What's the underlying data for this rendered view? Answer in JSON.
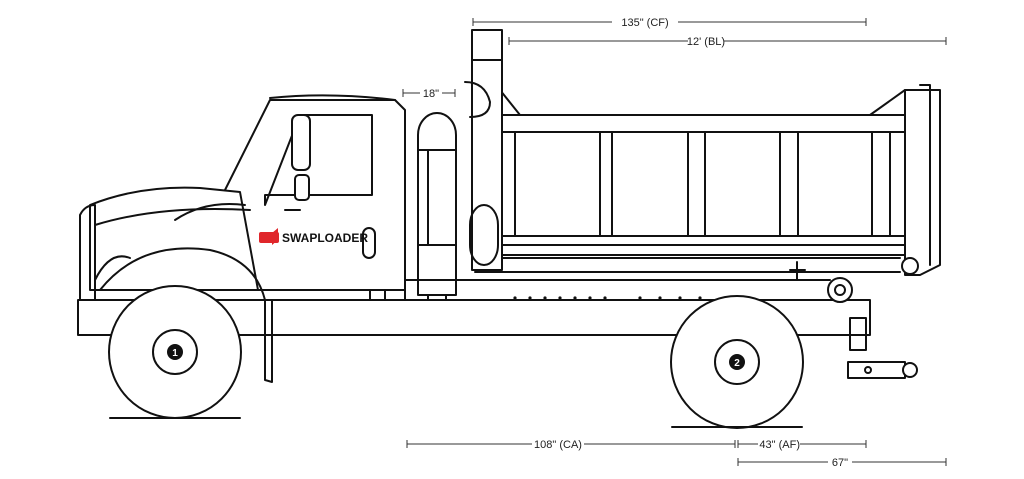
{
  "dimensions": {
    "cf": "135\" (CF)",
    "bl": "12' (BL)",
    "stack": "18\"",
    "ca": "108\" (CA)",
    "af": "43\" (AF)",
    "rear": "67\""
  },
  "logo": {
    "text": "SWAPLOADER",
    "color": "#e0262b"
  },
  "axles": {
    "front": "1",
    "rear": "2"
  }
}
